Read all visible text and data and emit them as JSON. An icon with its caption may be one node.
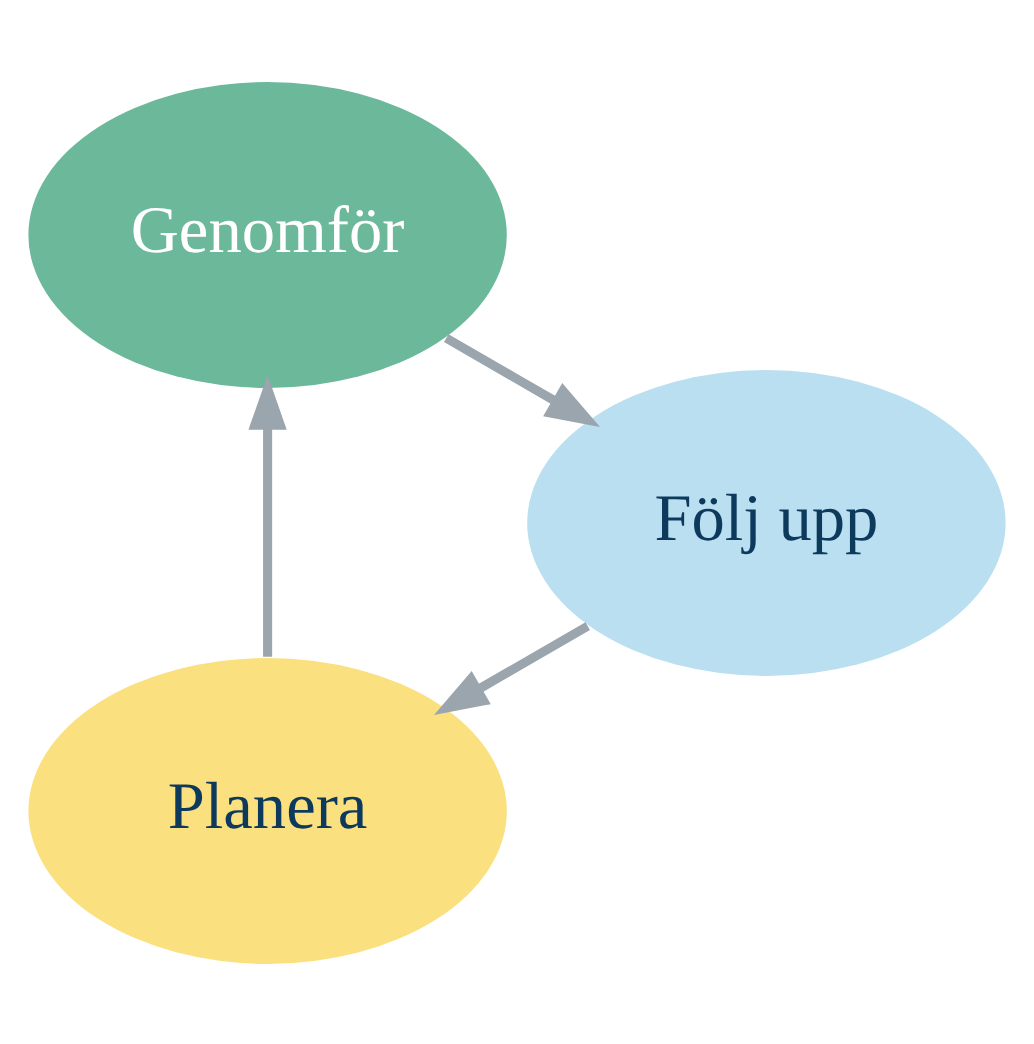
{
  "diagram": {
    "nodes": [
      {
        "text": [
          "Planera"
        ]
      },
      {
        "text": [
          "Genomför"
        ]
      },
      {
        "text": [
          "Följ upp"
        ]
      }
    ],
    "edges": [
      {
        "from": 0,
        "to": 1,
        "arrow": "to"
      },
      {
        "from": 1,
        "to": 2,
        "arrow": "to"
      },
      {
        "from": 2,
        "to": 0,
        "arrow": "to"
      }
    ]
  }
}
